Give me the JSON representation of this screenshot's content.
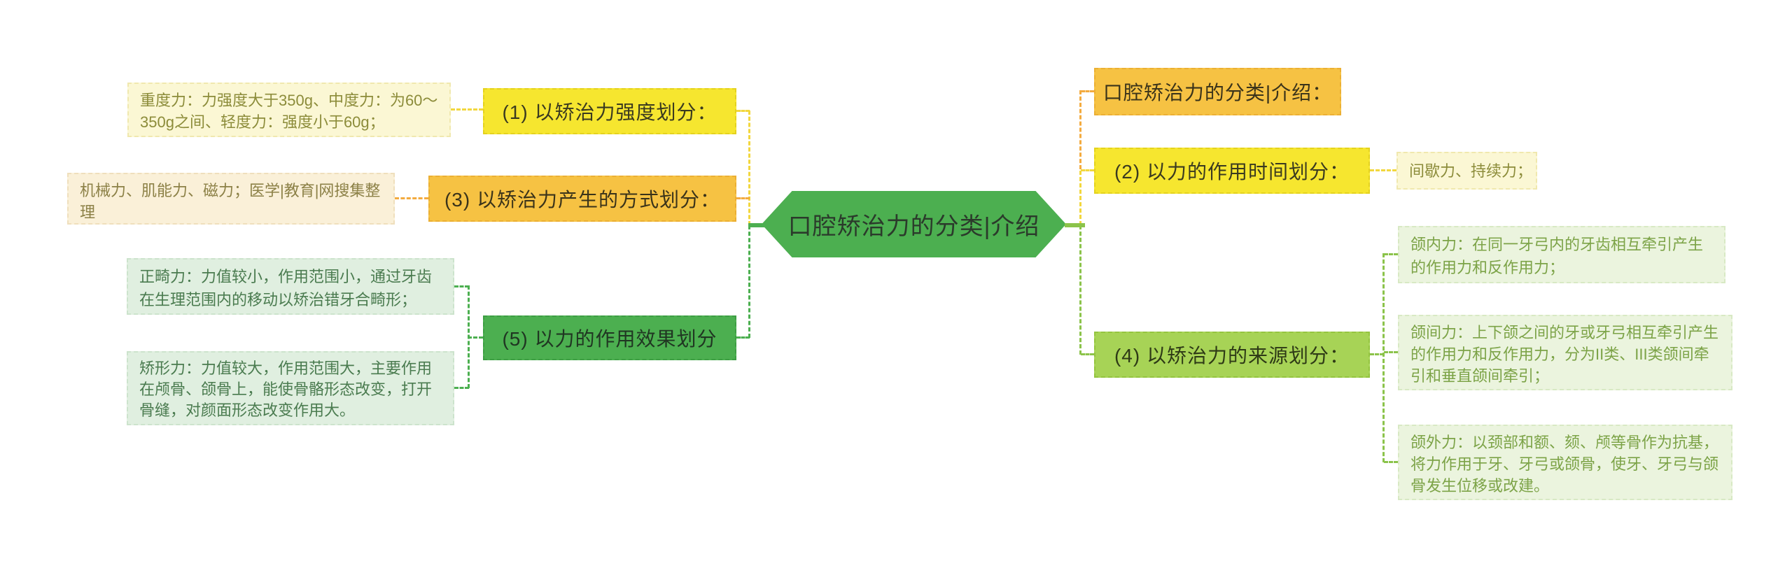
{
  "diagram": {
    "title": "口腔矫治力的分类|介绍",
    "center_label": "口腔矫治力的分类|介绍",
    "left_branches": [
      {
        "label": "(1) 以矫治力强度划分：",
        "detail": "重度力：力强度大于350g、中度力：为60～350g之间、轻度力：强度小于60g；"
      },
      {
        "label": "(3) 以矫治力产生的方式划分：",
        "detail": "机械力、肌能力、磁力；医学|教育|网搜集整理"
      },
      {
        "label": "(5) 以力的作用效果划分",
        "details": [
          "正畸力：力值较小，作用范围小，通过牙齿在生理范围内的移动以矫治错牙合畸形；",
          "矫形力：力值较大，作用范围大，主要作用在颅骨、颌骨上，能使骨骼形态改变，打开骨缝，对颜面形态改变作用大。"
        ]
      }
    ],
    "right_branches": [
      {
        "label": "口腔矫治力的分类|介绍："
      },
      {
        "label": "(2) 以力的作用时间划分：",
        "detail": "间歇力、持续力；"
      },
      {
        "label": "(4) 以矫治力的来源划分：",
        "details": [
          "颌内力：在同一牙弓内的牙齿相互牵引产生的作用力和反作用力；",
          "颌间力：上下颌之间的牙或牙弓相互牵引产生的作用力和反作用力，分为II类、III类颌间牵引和垂直颌间牵引；",
          "颌外力：以颈部和额、颏、颅等骨作为抗基，将力作用于牙、牙弓或颌骨，使牙、牙弓与颌骨发生位移或改建。"
        ]
      }
    ],
    "colors": {
      "center_green": "#4CAF50",
      "node_yellow": "#F6E62F",
      "node_orange": "#F6C243",
      "node_lime": "#A7D356",
      "detail_pale_yellow": "#FBF7D4",
      "detail_cream": "#FAF0D8",
      "detail_pale_green_left": "#E0EFE0",
      "detail_pale_green_right": "#EBF4DE",
      "connector_yellow": "#F2D73E",
      "connector_orange": "#F3AB3F",
      "connector_green": "#4CAF50",
      "connector_light_green": "#8BC34A"
    }
  }
}
